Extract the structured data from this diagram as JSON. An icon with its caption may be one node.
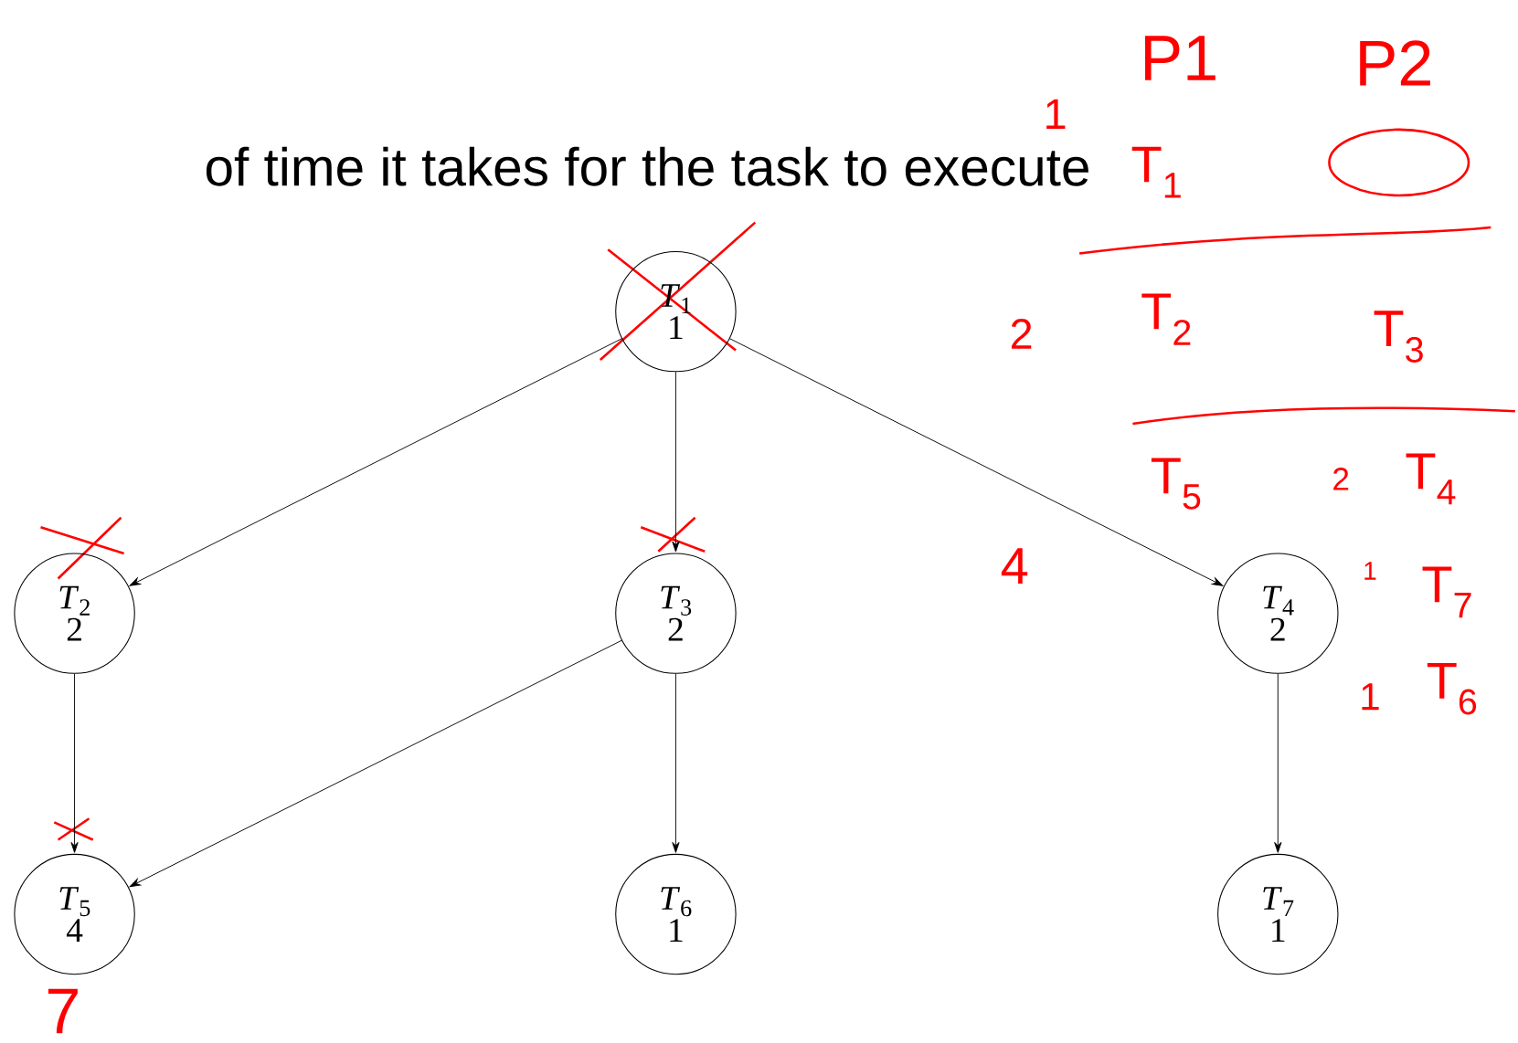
{
  "diagram": {
    "title": "of time it takes for the task to execute",
    "nodes": [
      {
        "text": [
          "*T*$_{1}$",
          "1"
        ]
      },
      {
        "text": [
          "*T*$_{2}$",
          "2"
        ]
      },
      {
        "text": [
          "*T*$_{3}$",
          "2"
        ]
      },
      {
        "text": [
          "*T*$_{4}$",
          "2"
        ]
      },
      {
        "text": [
          "*T*$_{5}$",
          "4"
        ]
      },
      {
        "text": [
          "*T*$_{6}$",
          "1"
        ]
      },
      {
        "text": [
          "*T*$_{7}$",
          "1"
        ]
      }
    ],
    "edges": [
      {
        "from": 0,
        "to": 1,
        "arrow": "to"
      },
      {
        "from": 0,
        "to": 2,
        "arrow": "to"
      },
      {
        "from": 0,
        "to": 3,
        "arrow": "to"
      },
      {
        "from": 1,
        "to": 4,
        "arrow": "to"
      },
      {
        "from": 2,
        "to": 4,
        "arrow": "to"
      },
      {
        "from": 2,
        "to": 5,
        "arrow": "to"
      },
      {
        "from": 3,
        "to": 6,
        "arrow": "to"
      }
    ],
    "labels": [
      "P1",
      "P2",
      "1",
      "T$_{1}$",
      "2",
      "T$_{2}$",
      "T$_{3}$",
      "T$_{5}$",
      "2",
      "T$_{4}$",
      "4",
      "1",
      "T$_{7}$",
      "1",
      "T$_{6}$",
      "7"
    ]
  }
}
